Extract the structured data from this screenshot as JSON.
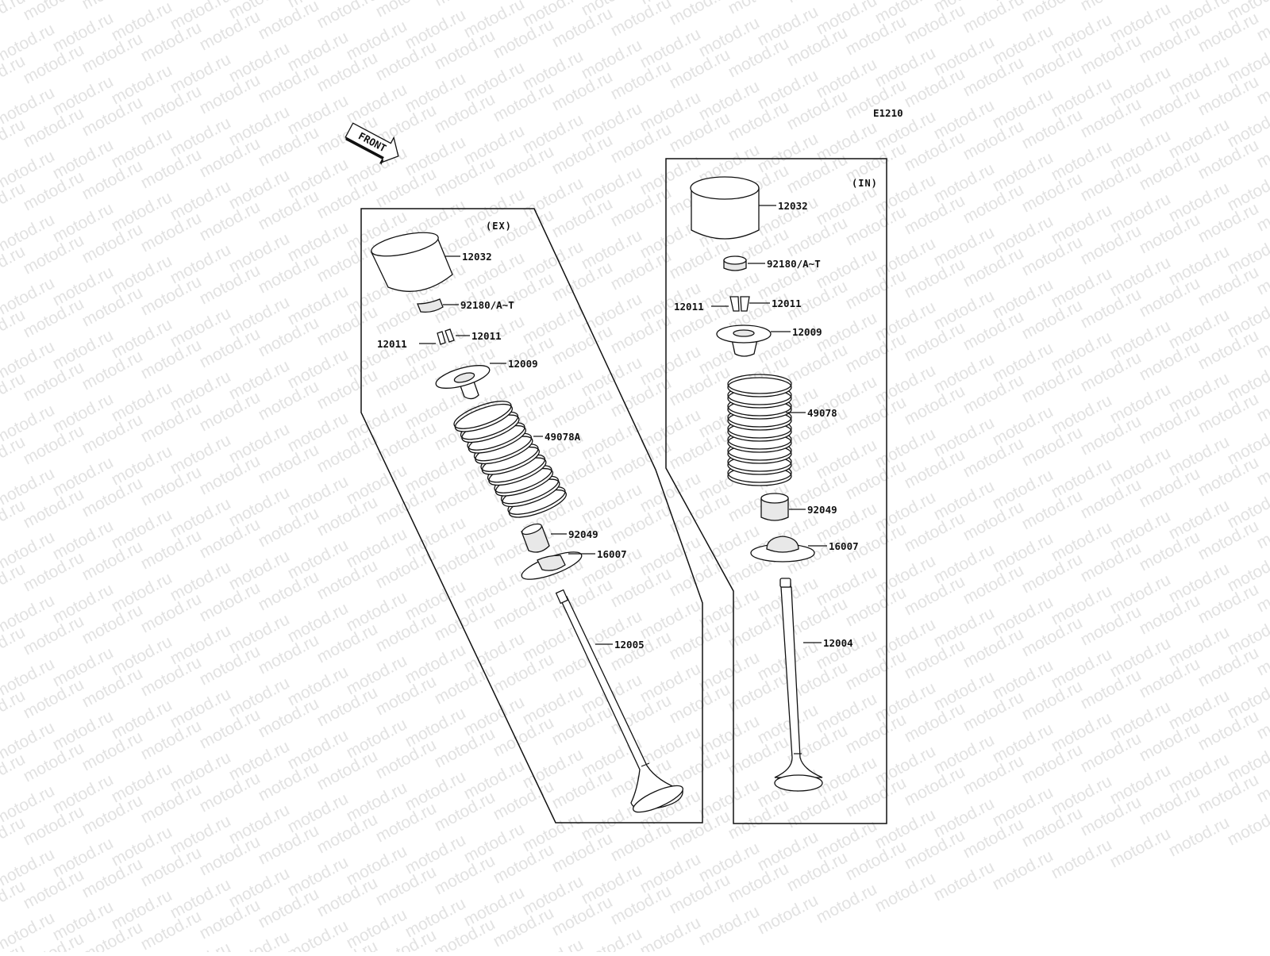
{
  "watermark_text": "motod.ru",
  "diagram_code": "E1210",
  "front_label": "FRONT",
  "exhaust": {
    "section_label": "(EX)",
    "labels": {
      "tappet": "12032",
      "shim": "92180/A~T",
      "cotter_left": "12011",
      "cotter_right": "12011",
      "retainer": "12009",
      "spring": "49078A",
      "stem_seal": "92049",
      "spring_seat": "16007",
      "valve": "12005"
    }
  },
  "intake": {
    "section_label": "(IN)",
    "labels": {
      "tappet": "12032",
      "shim": "92180/A~T",
      "cotter_left": "12011",
      "cotter_right": "12011",
      "retainer": "12009",
      "spring": "49078",
      "stem_seal": "92049",
      "spring_seat": "16007",
      "valve": "12004"
    }
  },
  "colors": {
    "line": "#111111",
    "watermark": "#e2e2e2",
    "background": "#ffffff"
  }
}
